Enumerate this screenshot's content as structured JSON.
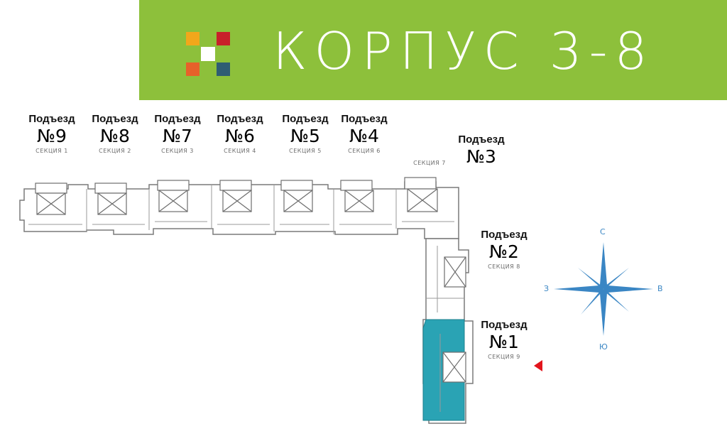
{
  "header": {
    "title": "КОРПУС 3-8",
    "colors": {
      "background": "#8dc03b",
      "text": "#ffffff"
    },
    "logo": {
      "icon": "four-square-logo-icon",
      "colors": [
        "#f2a71b",
        "#c8202a",
        "#ffffff",
        "#e6612a",
        "#2f5d73"
      ]
    }
  },
  "entrances": [
    {
      "title": "Подъезд",
      "number": "№9",
      "section": "СЕКЦИЯ 1"
    },
    {
      "title": "Подъезд",
      "number": "№8",
      "section": "СЕКЦИЯ 2"
    },
    {
      "title": "Подъезд",
      "number": "№7",
      "section": "СЕКЦИЯ 3"
    },
    {
      "title": "Подъезд",
      "number": "№6",
      "section": "СЕКЦИЯ 4"
    },
    {
      "title": "Подъезд",
      "number": "№5",
      "section": "СЕКЦИЯ 5"
    },
    {
      "title": "Подъезд",
      "number": "№4",
      "section": "СЕКЦИЯ 6"
    },
    {
      "title": "Подъезд",
      "number": "№3",
      "section": "СЕКЦИЯ 7"
    },
    {
      "title": "Подъезд",
      "number": "№2",
      "section": "СЕКЦИЯ 8"
    },
    {
      "title": "Подъезд",
      "number": "№1",
      "section": "СЕКЦИЯ 9"
    }
  ],
  "highlight": {
    "section": "СЕКЦИЯ 9",
    "color": "#2aa3b4",
    "marker_color": "#e2141c",
    "marker_icon": "triangle-pointer-icon"
  },
  "compass": {
    "north": "С",
    "south": "Ю",
    "west": "З",
    "east": "В",
    "color": "#3a86c4",
    "icon": "compass-rose-icon"
  }
}
